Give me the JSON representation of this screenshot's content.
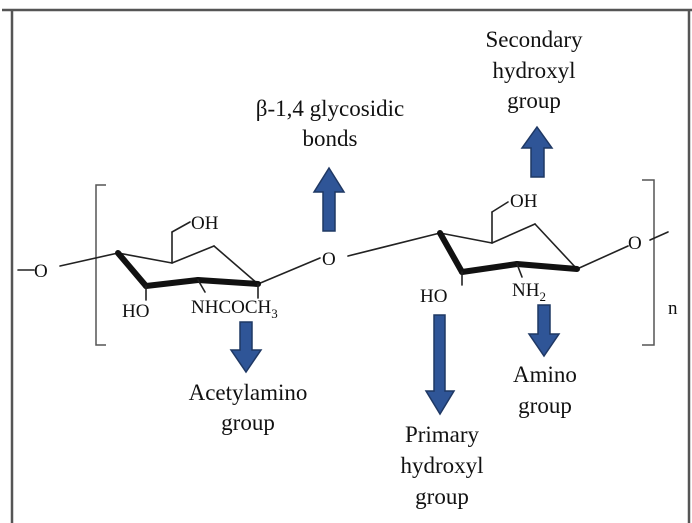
{
  "labels": {
    "glycosidic_line1": "β-1,4 glycosidic",
    "glycosidic_line2": "bonds",
    "secondary_line1": "Secondary",
    "secondary_line2": "hydroxyl",
    "secondary_line3": "group",
    "acetylamino_line1": "Acetylamino",
    "acetylamino_line2": "group",
    "primary_line1": "Primary",
    "primary_line2": "hydroxyl",
    "primary_line3": "group",
    "amino_line1": "Amino",
    "amino_line2": "group"
  },
  "structure": {
    "oh_left_ring": "OH",
    "ho_left_ring": "HO",
    "nhcoch_prefix": "NHCOCH",
    "nhcoch_sub": "3",
    "oh_right_ring": "OH",
    "ho_right_ring": "HO",
    "nh_prefix": "NH",
    "nh_sub": "2",
    "o_left": "O",
    "o_center": "O",
    "o_right": "O",
    "repeat_n": "n"
  },
  "colors": {
    "arrow_fill": "#2f5597",
    "frame": "#555555"
  }
}
